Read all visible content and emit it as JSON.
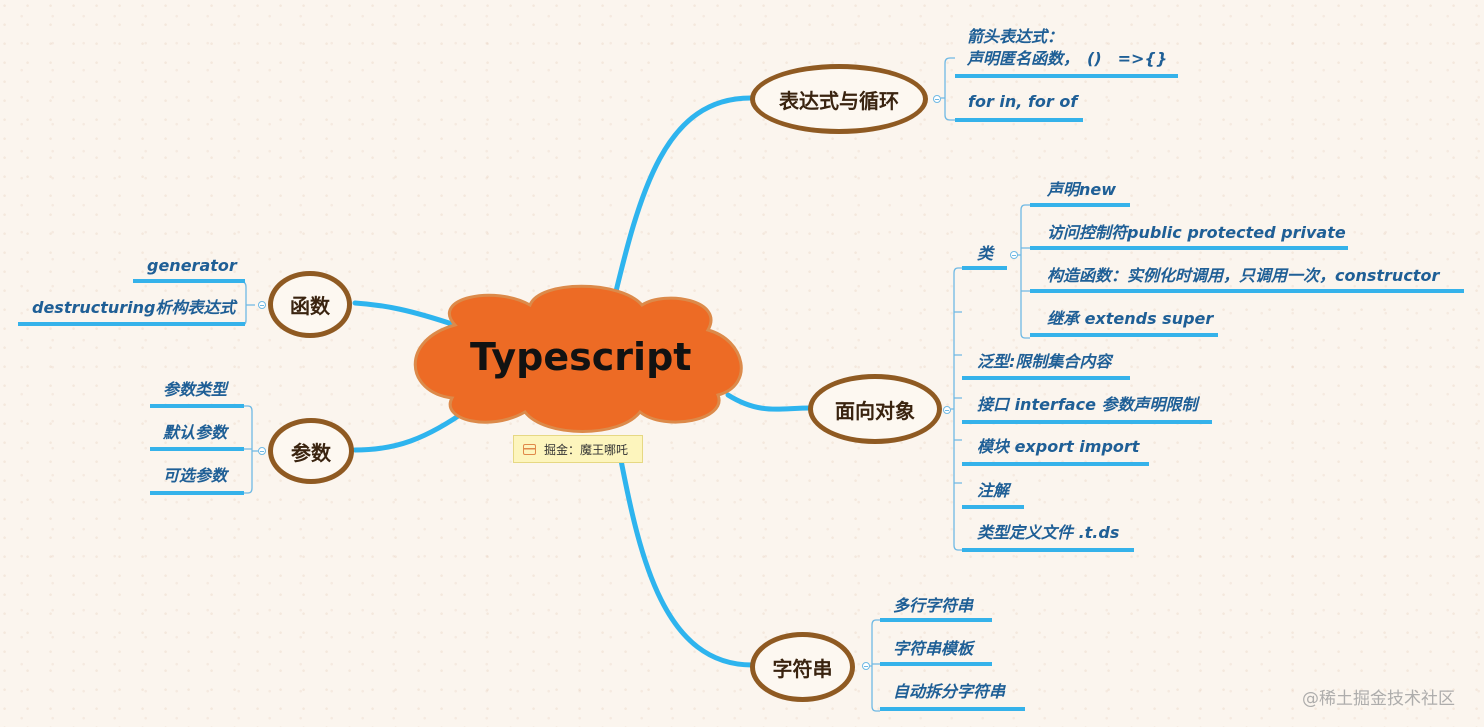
{
  "root": {
    "title": "Typescript",
    "author_tag": "掘金：魔王哪吒"
  },
  "watermark": "@稀土掘金技术社区",
  "branches": {
    "expressions": {
      "label": "表达式与循环",
      "items": [
        "箭头表达式：",
        "声明匿名函数，　()　=>{}",
        "for in, for of"
      ]
    },
    "oop": {
      "label": "面向对象",
      "class_label": "类",
      "class_items": [
        "声明new",
        "访问控制符public protected private",
        "构造函数：实例化时调用，只调用一次，constructor",
        "继承 extends super"
      ],
      "items": [
        "泛型:限制集合内容",
        "接口 interface 参数声明限制",
        "模块 export import",
        "注解",
        "类型定义文件 .t.ds"
      ]
    },
    "strings": {
      "label": "字符串",
      "items": [
        "多行字符串",
        "字符串模板",
        "自动拆分字符串"
      ]
    },
    "functions": {
      "label": "函数",
      "items": [
        "generator",
        "destructuring析构表达式"
      ]
    },
    "params": {
      "label": "参数",
      "items": [
        "参数类型",
        "默认参数",
        "可选参数"
      ]
    }
  },
  "colors": {
    "connector": "#2eb4ee",
    "node_border": "#8f5a22",
    "label_text": "#1f5f96",
    "cloud_fill": "#ed6b25",
    "cloud_stroke": "#dc8a4a"
  },
  "icons": [
    "collapse-icon",
    "topic-icon"
  ]
}
